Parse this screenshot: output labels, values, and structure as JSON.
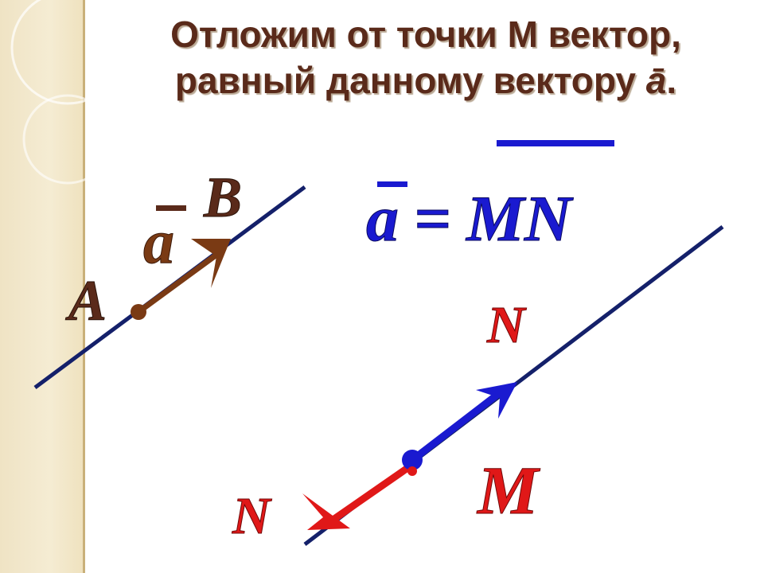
{
  "title": {
    "line1": "Отложим от точки М вектор,",
    "line2_prefix": "равный данному вектору ",
    "line2_vector": "ā",
    "line2_suffix": "."
  },
  "labels": {
    "point_a": "A",
    "point_b": "B",
    "vector_a": "a",
    "point_m": "M",
    "point_n_upper": "N",
    "point_n_lower": "N"
  },
  "formula": {
    "lhs": "a",
    "equals": "=",
    "rhs": "MN"
  },
  "colors": {
    "title": "#5a2a1a",
    "brown_vector": "#7a3a14",
    "blue_vector": "#1a1ad0",
    "red_vector": "#e01818",
    "line": "#14206a",
    "formula_blue": "#1a1ad0"
  }
}
